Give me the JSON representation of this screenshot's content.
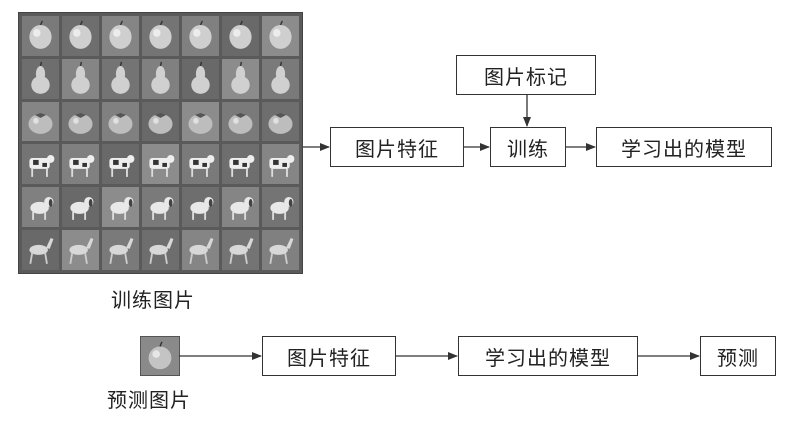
{
  "training": {
    "caption": "训练图片",
    "row_subjects": [
      "apple",
      "pear",
      "tomato",
      "cow",
      "dog",
      "horse"
    ],
    "image_icons": [
      "apple-icon",
      "pear-icon",
      "tomato-icon",
      "cow-icon",
      "dog-icon",
      "horse-icon"
    ]
  },
  "flow_top": {
    "features": "图片特征",
    "labels": "图片标记",
    "train": "训练",
    "model": "学习出的模型"
  },
  "flow_bottom": {
    "features": "图片特征",
    "model": "学习出的模型",
    "predict": "预测"
  },
  "test": {
    "caption": "预测图片",
    "image_icon": "apple-icon"
  },
  "colors": {
    "line": "#333333",
    "image_bg": "#7d7d7d",
    "object": "#d9d9d9"
  }
}
